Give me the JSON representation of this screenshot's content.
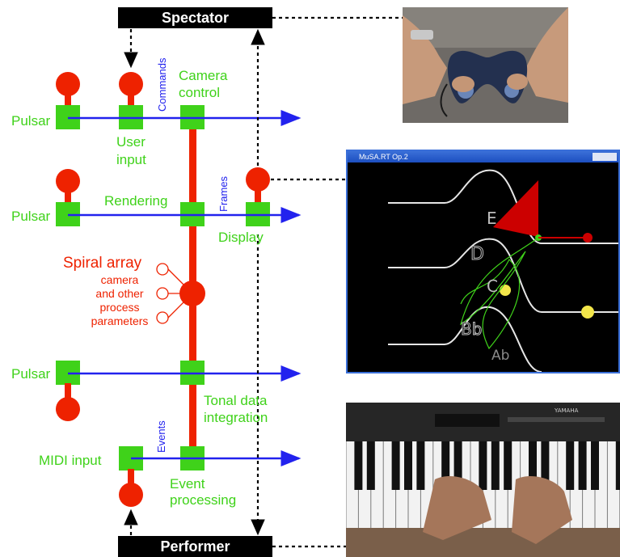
{
  "boxes": {
    "spectator": "Spectator",
    "performer": "Performer"
  },
  "labels": {
    "pulsar_1": "Pulsar",
    "pulsar_2": "Pulsar",
    "pulsar_3": "Pulsar",
    "midi_input": "MIDI input",
    "user_input_1": "User",
    "user_input_2": "input",
    "camera_control_1": "Camera",
    "camera_control_2": "control",
    "rendering": "Rendering",
    "display": "Display",
    "tonal_1": "Tonal data",
    "tonal_2": "integration",
    "event_1": "Event",
    "event_2": "processing",
    "commands": "Commands",
    "frames": "Frames",
    "events": "Events",
    "spiral_array": "Spiral array",
    "spiral_params": [
      "camera",
      "and other",
      "process",
      "parameters"
    ]
  },
  "window": {
    "title": "MuSA.RT Op.2"
  },
  "viz_letters": [
    "E",
    "D",
    "C",
    "Bb",
    "Ab"
  ],
  "keyboard_brand": "YAMAHA",
  "colors": {
    "green": "#3fd21a",
    "red": "#ee2200",
    "blue": "#2222ee",
    "black": "#000000"
  }
}
